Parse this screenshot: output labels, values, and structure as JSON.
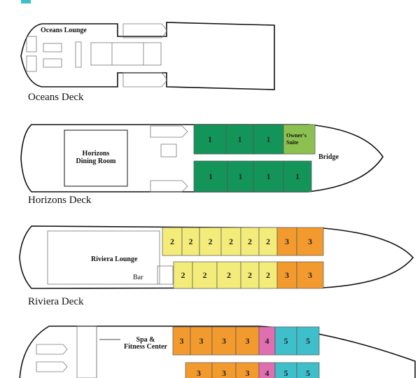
{
  "colors": {
    "cat1": "#13955a",
    "owners": "#8cc152",
    "cat2": "#f4ec7a",
    "cat3": "#f39a2e",
    "cat4": "#df6fb0",
    "cat5": "#3fbfca"
  },
  "legend": {
    "swatch_color": "#3fbfca"
  },
  "decks": {
    "oceans": {
      "name": "Oceans Deck",
      "rooms": {
        "lounge": "Oceans Lounge"
      }
    },
    "horizons": {
      "name": "Horizons Deck",
      "rooms": {
        "dining1": "Horizons",
        "dining2": "Dining Room",
        "owners1": "Owner's",
        "owners2": "Suite",
        "bridge": "Bridge"
      },
      "cabins": [
        "1",
        "1",
        "1",
        "1",
        "1",
        "1",
        "1"
      ]
    },
    "riviera": {
      "name": "Riviera Deck",
      "rooms": {
        "lounge": "Riviera Lounge",
        "bar": "Bar"
      },
      "cabins": [
        "2",
        "2",
        "2",
        "2",
        "2",
        "2",
        "3",
        "3",
        "2",
        "2",
        "2",
        "2",
        "2",
        "3",
        "3"
      ]
    },
    "spa": {
      "rooms": {
        "spa1": "Spa &",
        "spa2": "Fitness Center"
      },
      "cabins": [
        "3",
        "3",
        "3",
        "3",
        "4",
        "5",
        "5",
        "3",
        "3",
        "3",
        "4",
        "5",
        "5"
      ]
    }
  }
}
